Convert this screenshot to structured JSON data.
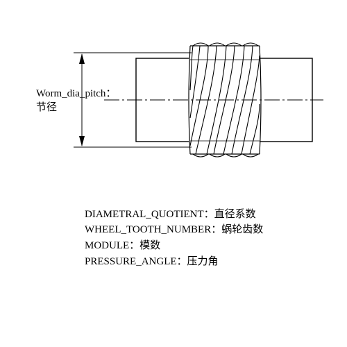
{
  "dimension_label": {
    "line1": "Worm_dia_pitch：",
    "line2": "节径"
  },
  "parameters": [
    {
      "text": "DIAMETRAL_QUOTIENT：直径系数"
    },
    {
      "text": "WHEEL_TOOTH_NUMBER：蜗轮齿数"
    },
    {
      "text": "MODULE：模数"
    },
    {
      "text": "PRESSURE_ANGLE：压力角"
    }
  ],
  "colors": {
    "line": "#000000",
    "background": "#ffffff"
  }
}
